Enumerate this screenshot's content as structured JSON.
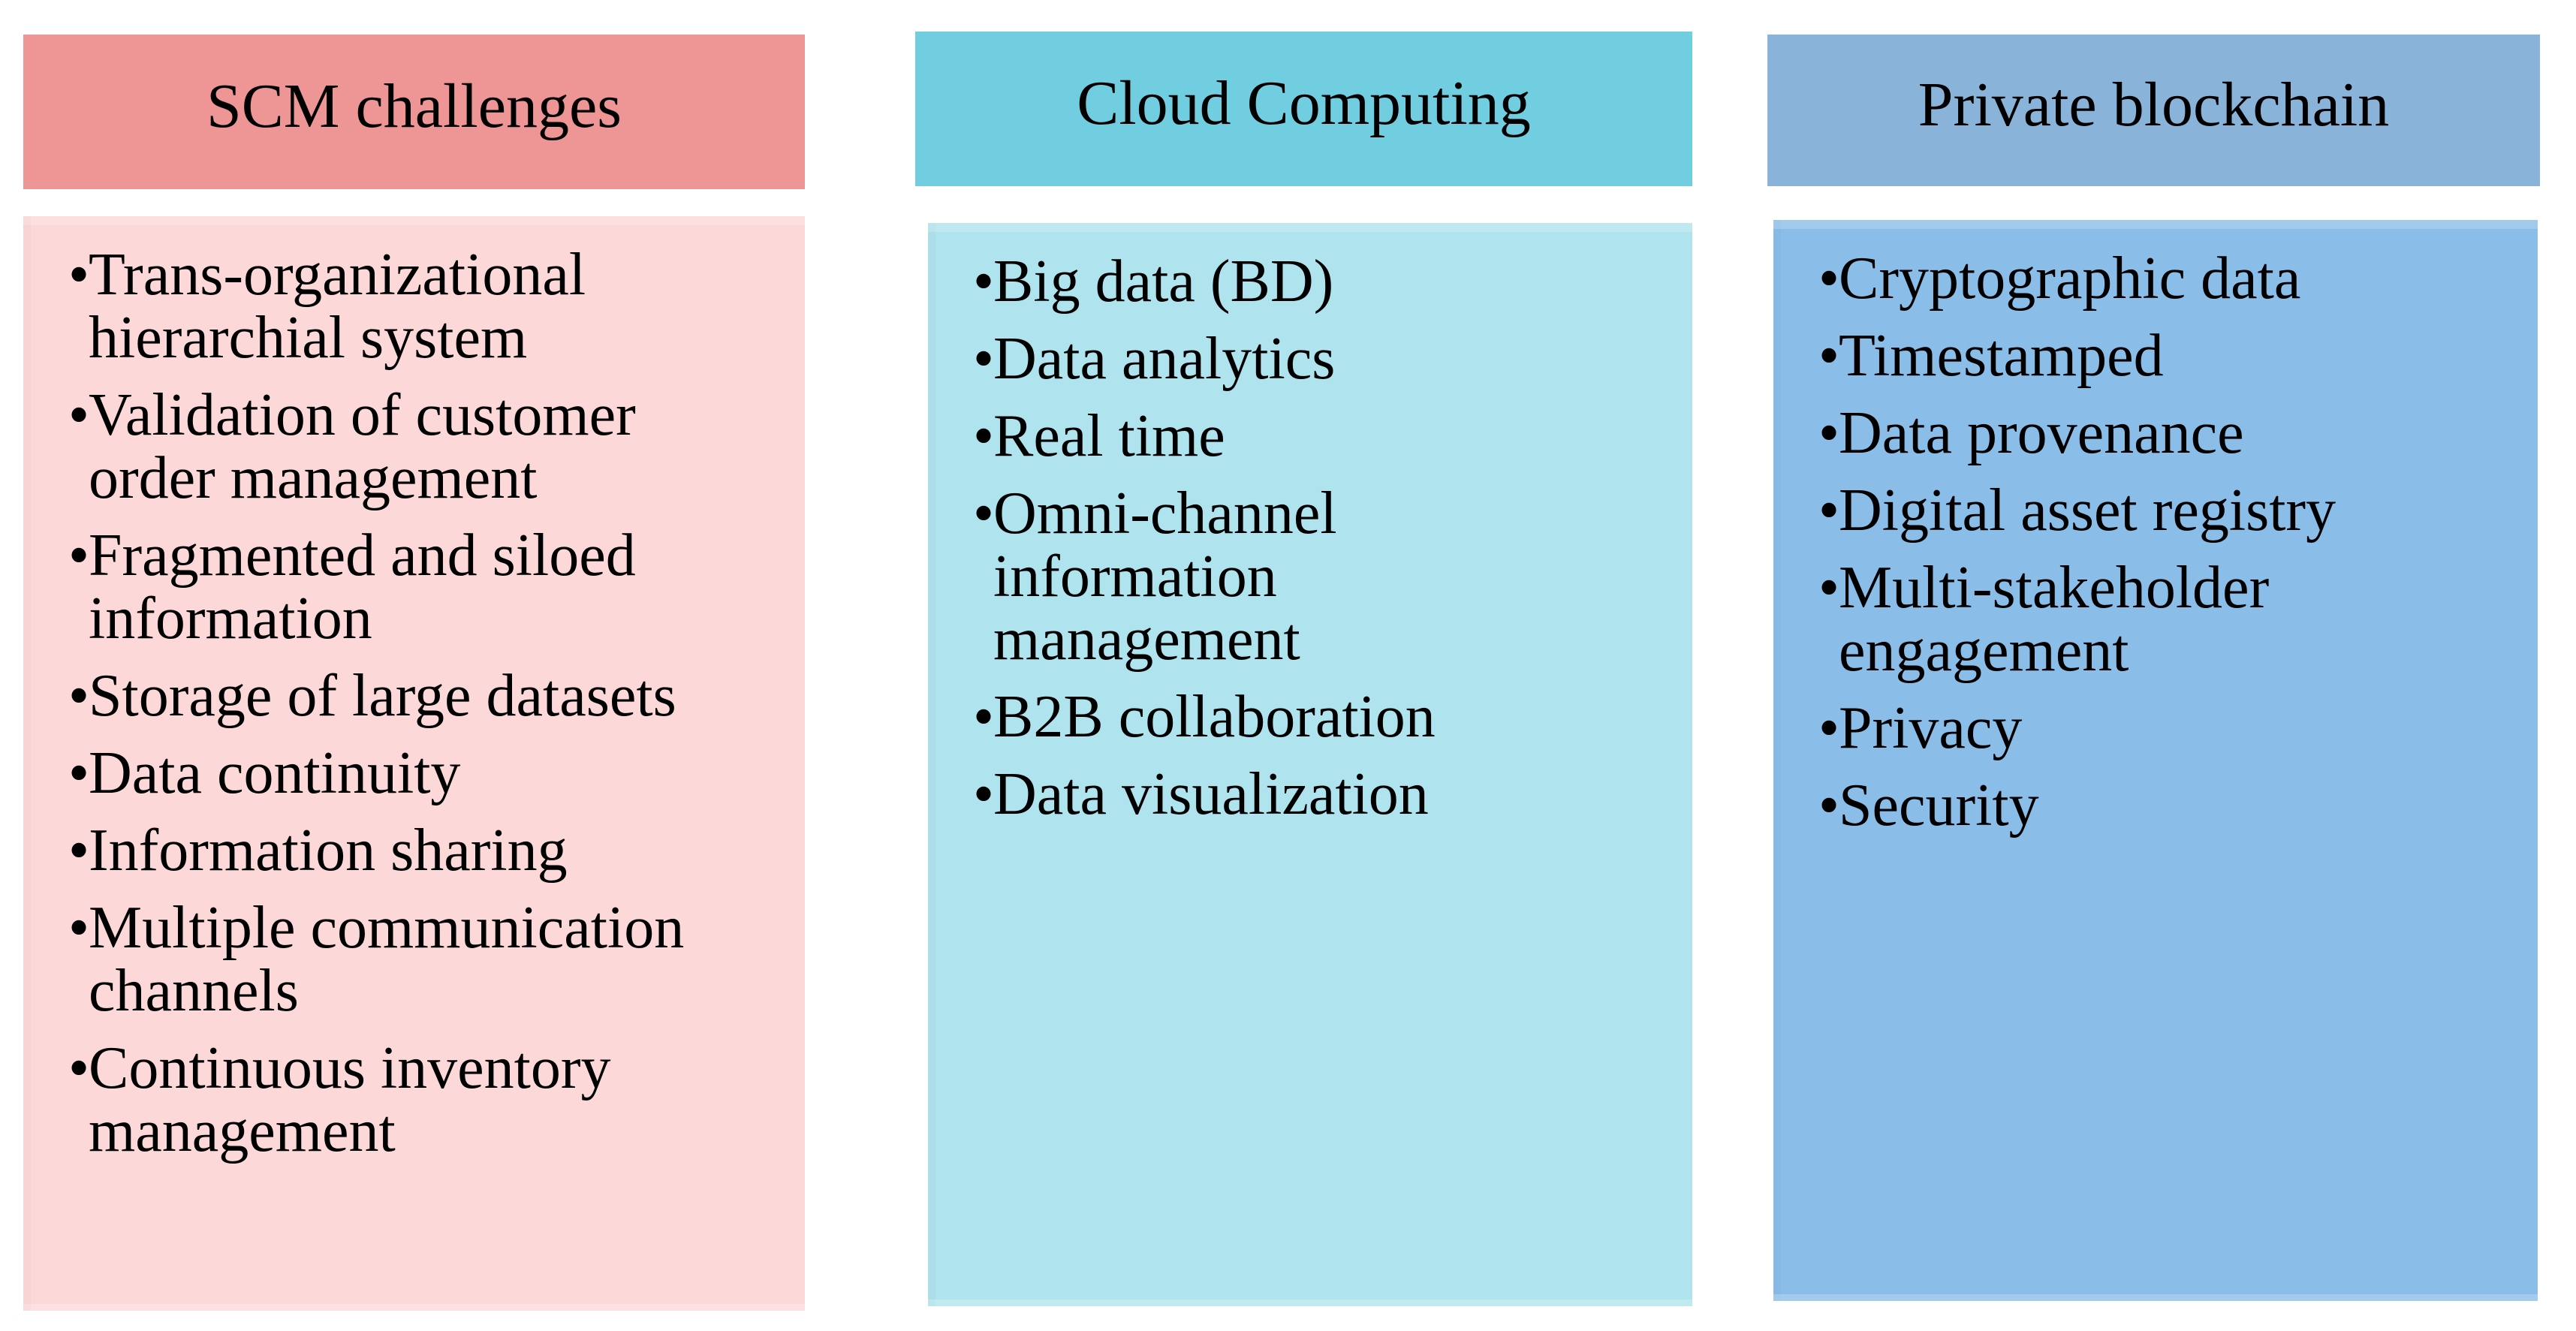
{
  "background": "#ffffff",
  "text_color": "#000000",
  "bullet_char": "•",
  "columns": [
    {
      "title": "SCM challenges",
      "header_bg": "#ee9595",
      "body_bg": "#fdd8d9",
      "items": [
        "Trans-organizational\nhierarchial system",
        "Validation of customer\norder management",
        "Fragmented and siloed\ninformation",
        "Storage of large datasets",
        "Data continuity",
        "Information sharing",
        "Multiple communication\nchannels",
        "Continuous inventory\nmanagement"
      ]
    },
    {
      "title": "Cloud Computing",
      "header_bg": "#71cde0",
      "body_bg": "#afe3ee",
      "items": [
        "Big data (BD)",
        "Data analytics",
        "Real time",
        "Omni-channel\ninformation\nmanagement",
        "B2B collaboration",
        "Data visualization"
      ]
    },
    {
      "title": "Private blockchain",
      "header_bg": "#89b3d9",
      "body_bg": "#8bbde9",
      "items": [
        "Cryptographic data",
        "Timestamped",
        "Data provenance",
        "Digital asset registry",
        "Multi-stakeholder\nengagement",
        "Privacy",
        "Security"
      ]
    }
  ]
}
